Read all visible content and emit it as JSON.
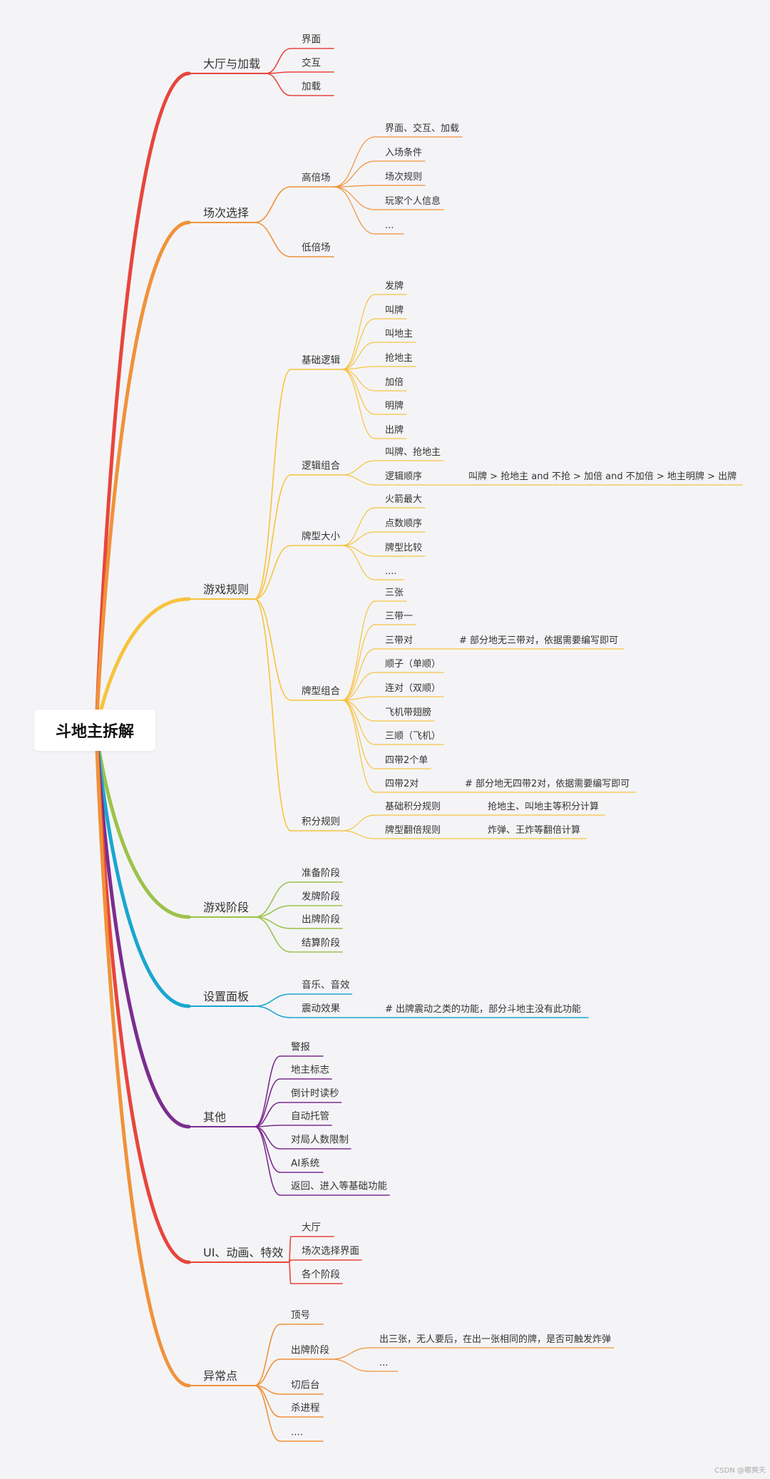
{
  "root": "斗地主拆解",
  "watermark": "CSDN @嘟爽天",
  "branches": [
    {
      "label": "大厅与加载",
      "color": "#e8453c",
      "children": [
        {
          "label": "界面"
        },
        {
          "label": "交互"
        },
        {
          "label": "加载"
        }
      ]
    },
    {
      "label": "场次选择",
      "color": "#f0923a",
      "children": [
        {
          "label": "高倍场",
          "children": [
            {
              "label": "界面、交互、加载"
            },
            {
              "label": "入场条件"
            },
            {
              "label": "场次规则"
            },
            {
              "label": "玩家个人信息"
            },
            {
              "label": "..."
            }
          ]
        },
        {
          "label": "低倍场"
        }
      ]
    },
    {
      "label": "游戏规则",
      "color": "#f7c33f",
      "children": [
        {
          "label": "基础逻辑",
          "children": [
            {
              "label": "发牌"
            },
            {
              "label": "叫牌"
            },
            {
              "label": "叫地主"
            },
            {
              "label": "抢地主"
            },
            {
              "label": "加倍"
            },
            {
              "label": "明牌"
            },
            {
              "label": "出牌"
            }
          ]
        },
        {
          "label": "逻辑组合",
          "children": [
            {
              "label": "叫牌、抢地主"
            },
            {
              "label": "逻辑顺序",
              "note": "叫牌 > 抢地主 and 不抢 > 加倍 and 不加倍 > 地主明牌 > 出牌"
            }
          ]
        },
        {
          "label": "牌型大小",
          "children": [
            {
              "label": "火箭最大"
            },
            {
              "label": "点数顺序"
            },
            {
              "label": "牌型比较"
            },
            {
              "label": "...."
            }
          ]
        },
        {
          "label": "牌型组合",
          "children": [
            {
              "label": "三张"
            },
            {
              "label": "三带一"
            },
            {
              "label": "三带对",
              "note": "# 部分地无三带对，依据需要编写即可"
            },
            {
              "label": "顺子（单顺）"
            },
            {
              "label": "连对（双顺）"
            },
            {
              "label": "飞机带翅膀"
            },
            {
              "label": "三顺（飞机）"
            },
            {
              "label": "四带2个单"
            },
            {
              "label": "四带2对",
              "note": "# 部分地无四带2对，依据需要编写即可"
            }
          ]
        },
        {
          "label": "积分规则",
          "children": [
            {
              "label": "基础积分规则",
              "note": "抢地主、叫地主等积分计算"
            },
            {
              "label": "牌型翻倍规则",
              "note": "炸弹、王炸等翻倍计算"
            }
          ]
        }
      ]
    },
    {
      "label": "游戏阶段",
      "color": "#9cc24a",
      "children": [
        {
          "label": "准备阶段"
        },
        {
          "label": "发牌阶段"
        },
        {
          "label": "出牌阶段"
        },
        {
          "label": "结算阶段"
        }
      ]
    },
    {
      "label": "设置面板",
      "color": "#1aa6d0",
      "children": [
        {
          "label": "音乐、音效"
        },
        {
          "label": "震动效果",
          "note": "# 出牌震动之类的功能，部分斗地主没有此功能"
        }
      ]
    },
    {
      "label": "其他",
      "color": "#7b2d8e",
      "children": [
        {
          "label": "警报"
        },
        {
          "label": "地主标志"
        },
        {
          "label": "倒计时读秒"
        },
        {
          "label": "自动托管"
        },
        {
          "label": "对局人数限制"
        },
        {
          "label": "AI系统"
        },
        {
          "label": "返回、进入等基础功能"
        }
      ]
    },
    {
      "label": "UI、动画、特效",
      "color": "#e8453c",
      "children": [
        {
          "label": "大厅"
        },
        {
          "label": "场次选择界面"
        },
        {
          "label": "各个阶段"
        }
      ]
    },
    {
      "label": "异常点",
      "color": "#f0923a",
      "children": [
        {
          "label": "顶号"
        },
        {
          "label": "出牌阶段",
          "children": [
            {
              "label": "出三张，无人要后，在出一张相同的牌，是否可触发炸弹"
            },
            {
              "label": "..."
            }
          ]
        },
        {
          "label": "切后台"
        },
        {
          "label": "杀进程"
        },
        {
          "label": "...."
        }
      ]
    }
  ]
}
